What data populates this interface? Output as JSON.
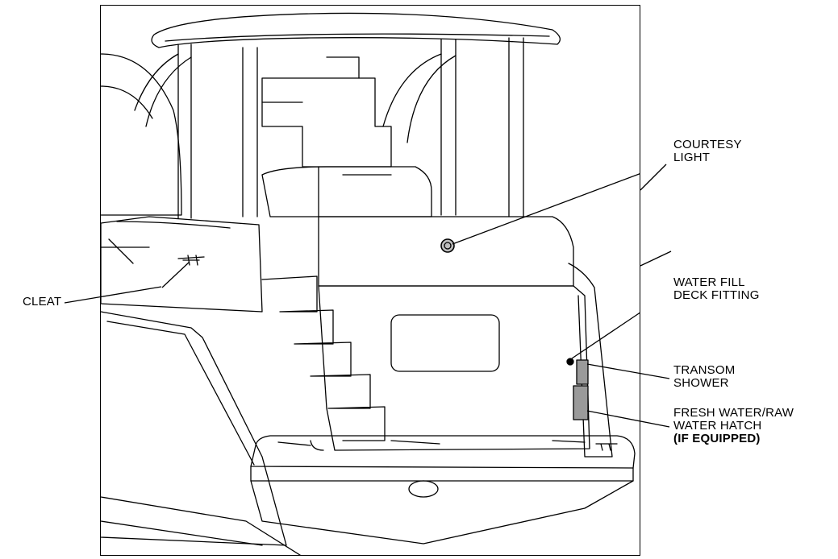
{
  "callouts": {
    "courtesy_light": [
      "COURTESY",
      "LIGHT"
    ],
    "cleat": [
      "CLEAT"
    ],
    "water_fill": [
      "WATER FILL",
      "DECK FITTING"
    ],
    "transom_shower": [
      "TRANSOM",
      "SHOWER"
    ],
    "fresh_water_hatch": [
      "FRESH WATER/RAW",
      "WATER HATCH",
      "(IF EQUIPPED)"
    ]
  },
  "colors": {
    "line": "#000000",
    "hatch_fill": "#9a9a9a",
    "light_fill": "#bdbdbd"
  }
}
